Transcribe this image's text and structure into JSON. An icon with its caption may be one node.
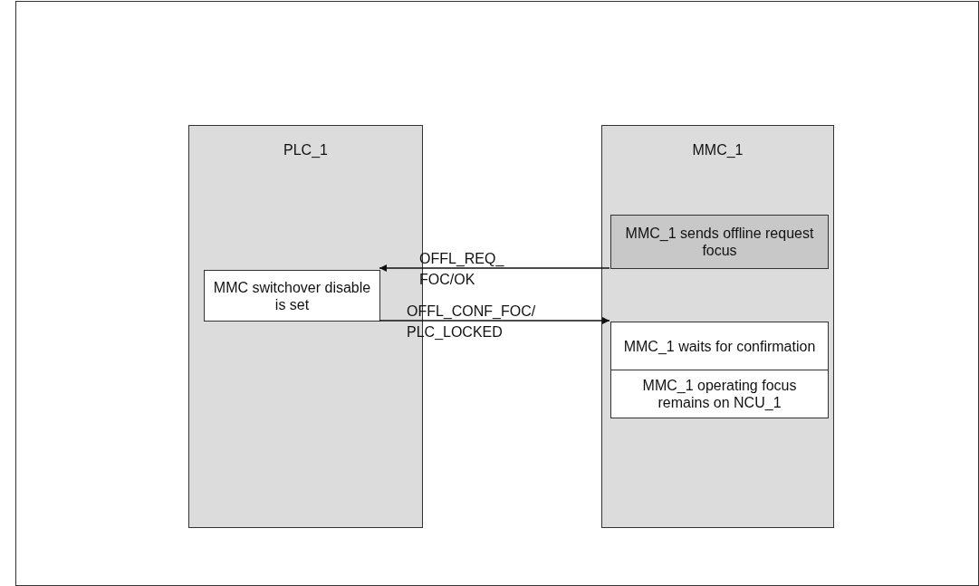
{
  "diagram": {
    "nodes": [
      {
        "text": [
          "PLC_1"
        ]
      },
      {
        "text": [
          "MMC switchover disable is set"
        ],
        "in": 0
      },
      {
        "text": [
          "MMC_1"
        ]
      },
      {
        "text": [
          "MMC_1 sends offline request focus"
        ],
        "in": 2
      },
      {
        "text": [
          "MMC_1 waits for confirmation"
        ],
        "in": 2
      },
      {
        "text": [
          "MMC_1 operating focus remains on NCU_1"
        ],
        "in": 2
      }
    ],
    "edges": [
      {
        "from": 3,
        "to": 1,
        "arrow": "to",
        "label": "OFFL_REQ_ FOC/OK"
      },
      {
        "from": 1,
        "to": 4,
        "arrow": "to",
        "label": "OFFL_CONF_FOC/ PLC_LOCKED"
      }
    ]
  }
}
